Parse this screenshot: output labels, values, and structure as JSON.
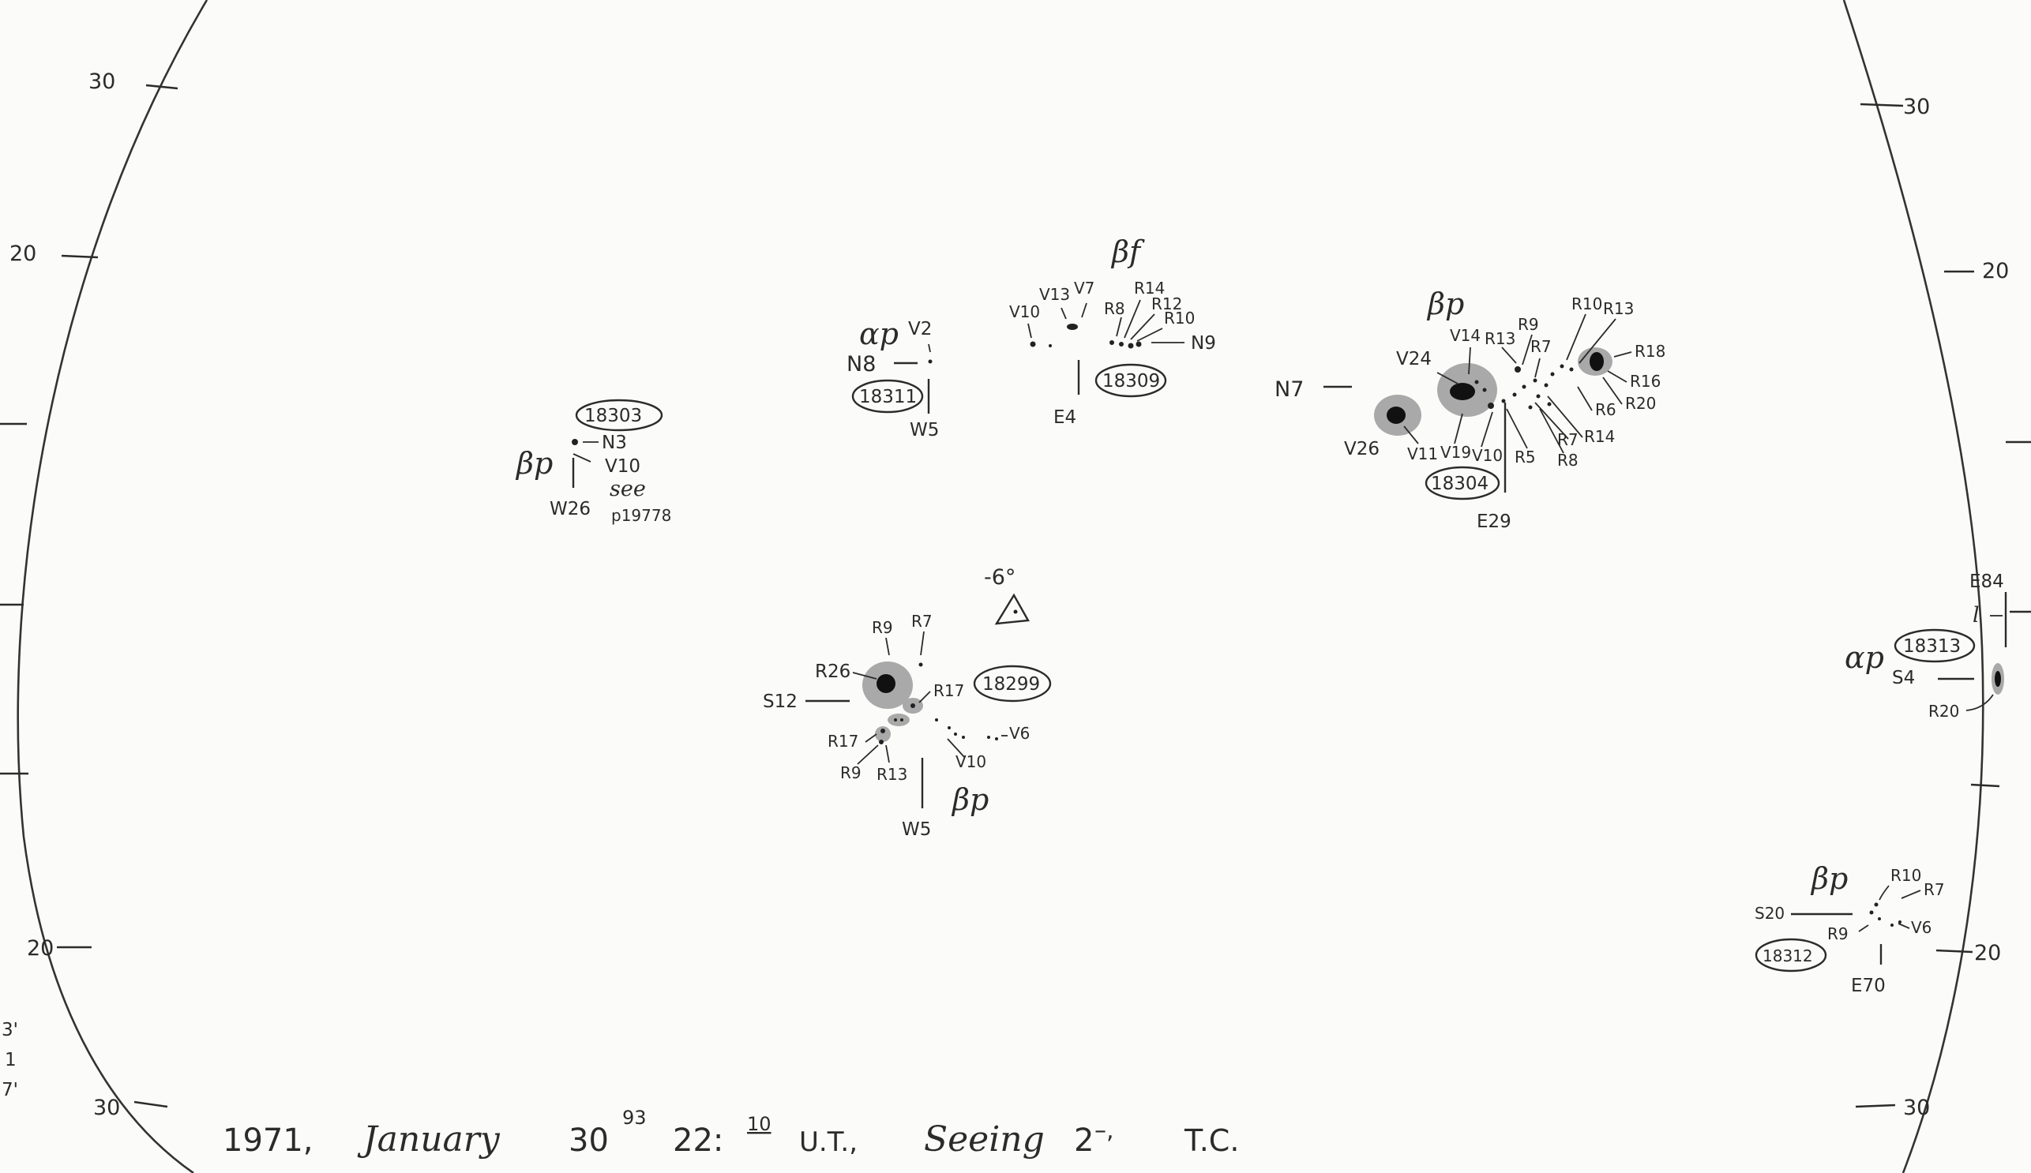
{
  "limb_ticks": {
    "left": [
      "30",
      "20",
      "20",
      "30"
    ],
    "right": [
      "30",
      "20",
      "20",
      "30"
    ]
  },
  "left_margin_fragments": [
    "3'",
    "1",
    "7'"
  ],
  "caption": {
    "year": "1971,",
    "month": "January",
    "day": "30",
    "day_fraction": "93",
    "time": "22:",
    "time_minutes": "10",
    "time_suffix": "U.T.,",
    "seeing_word": "Seeing",
    "seeing_value": "2",
    "seeing_mark": "–,",
    "observer": "T.C."
  },
  "orientation": {
    "angle": "-6°"
  },
  "regions": [
    {
      "number": "18303",
      "class": "βp",
      "labels": [
        "N3",
        "V10",
        "W26"
      ],
      "note": [
        "see",
        "p19778"
      ]
    },
    {
      "number": "18311",
      "class": "αp",
      "labels": [
        "V2",
        "N8",
        "W5"
      ]
    },
    {
      "number": "18309",
      "class": "βf",
      "labels": [
        "V10",
        "V13",
        "V7",
        "R8",
        "R14",
        "R12",
        "R10",
        "N9",
        "E4"
      ]
    },
    {
      "number": "18304",
      "class": "βp",
      "labels": [
        "N7",
        "V24",
        "V14",
        "R13",
        "R9",
        "R7",
        "R10",
        "R13",
        "R18",
        "R16",
        "R20",
        "R6",
        "R14",
        "R7",
        "R8",
        "R5",
        "V10",
        "V19",
        "V11",
        "V26",
        "E29"
      ]
    },
    {
      "number": "18299",
      "class": "βp",
      "labels": [
        "R9",
        "R7",
        "R26",
        "R17",
        "S12",
        "V6",
        "R17",
        "R9",
        "R13",
        "V10",
        "W5"
      ]
    },
    {
      "number": "18313",
      "class": "αp",
      "labels": [
        "E84",
        "l",
        "S4",
        "R20"
      ]
    },
    {
      "number": "18312",
      "class": "βp",
      "labels": [
        "S20",
        "R10",
        "R7",
        "R9",
        "V6",
        "E70"
      ]
    }
  ]
}
